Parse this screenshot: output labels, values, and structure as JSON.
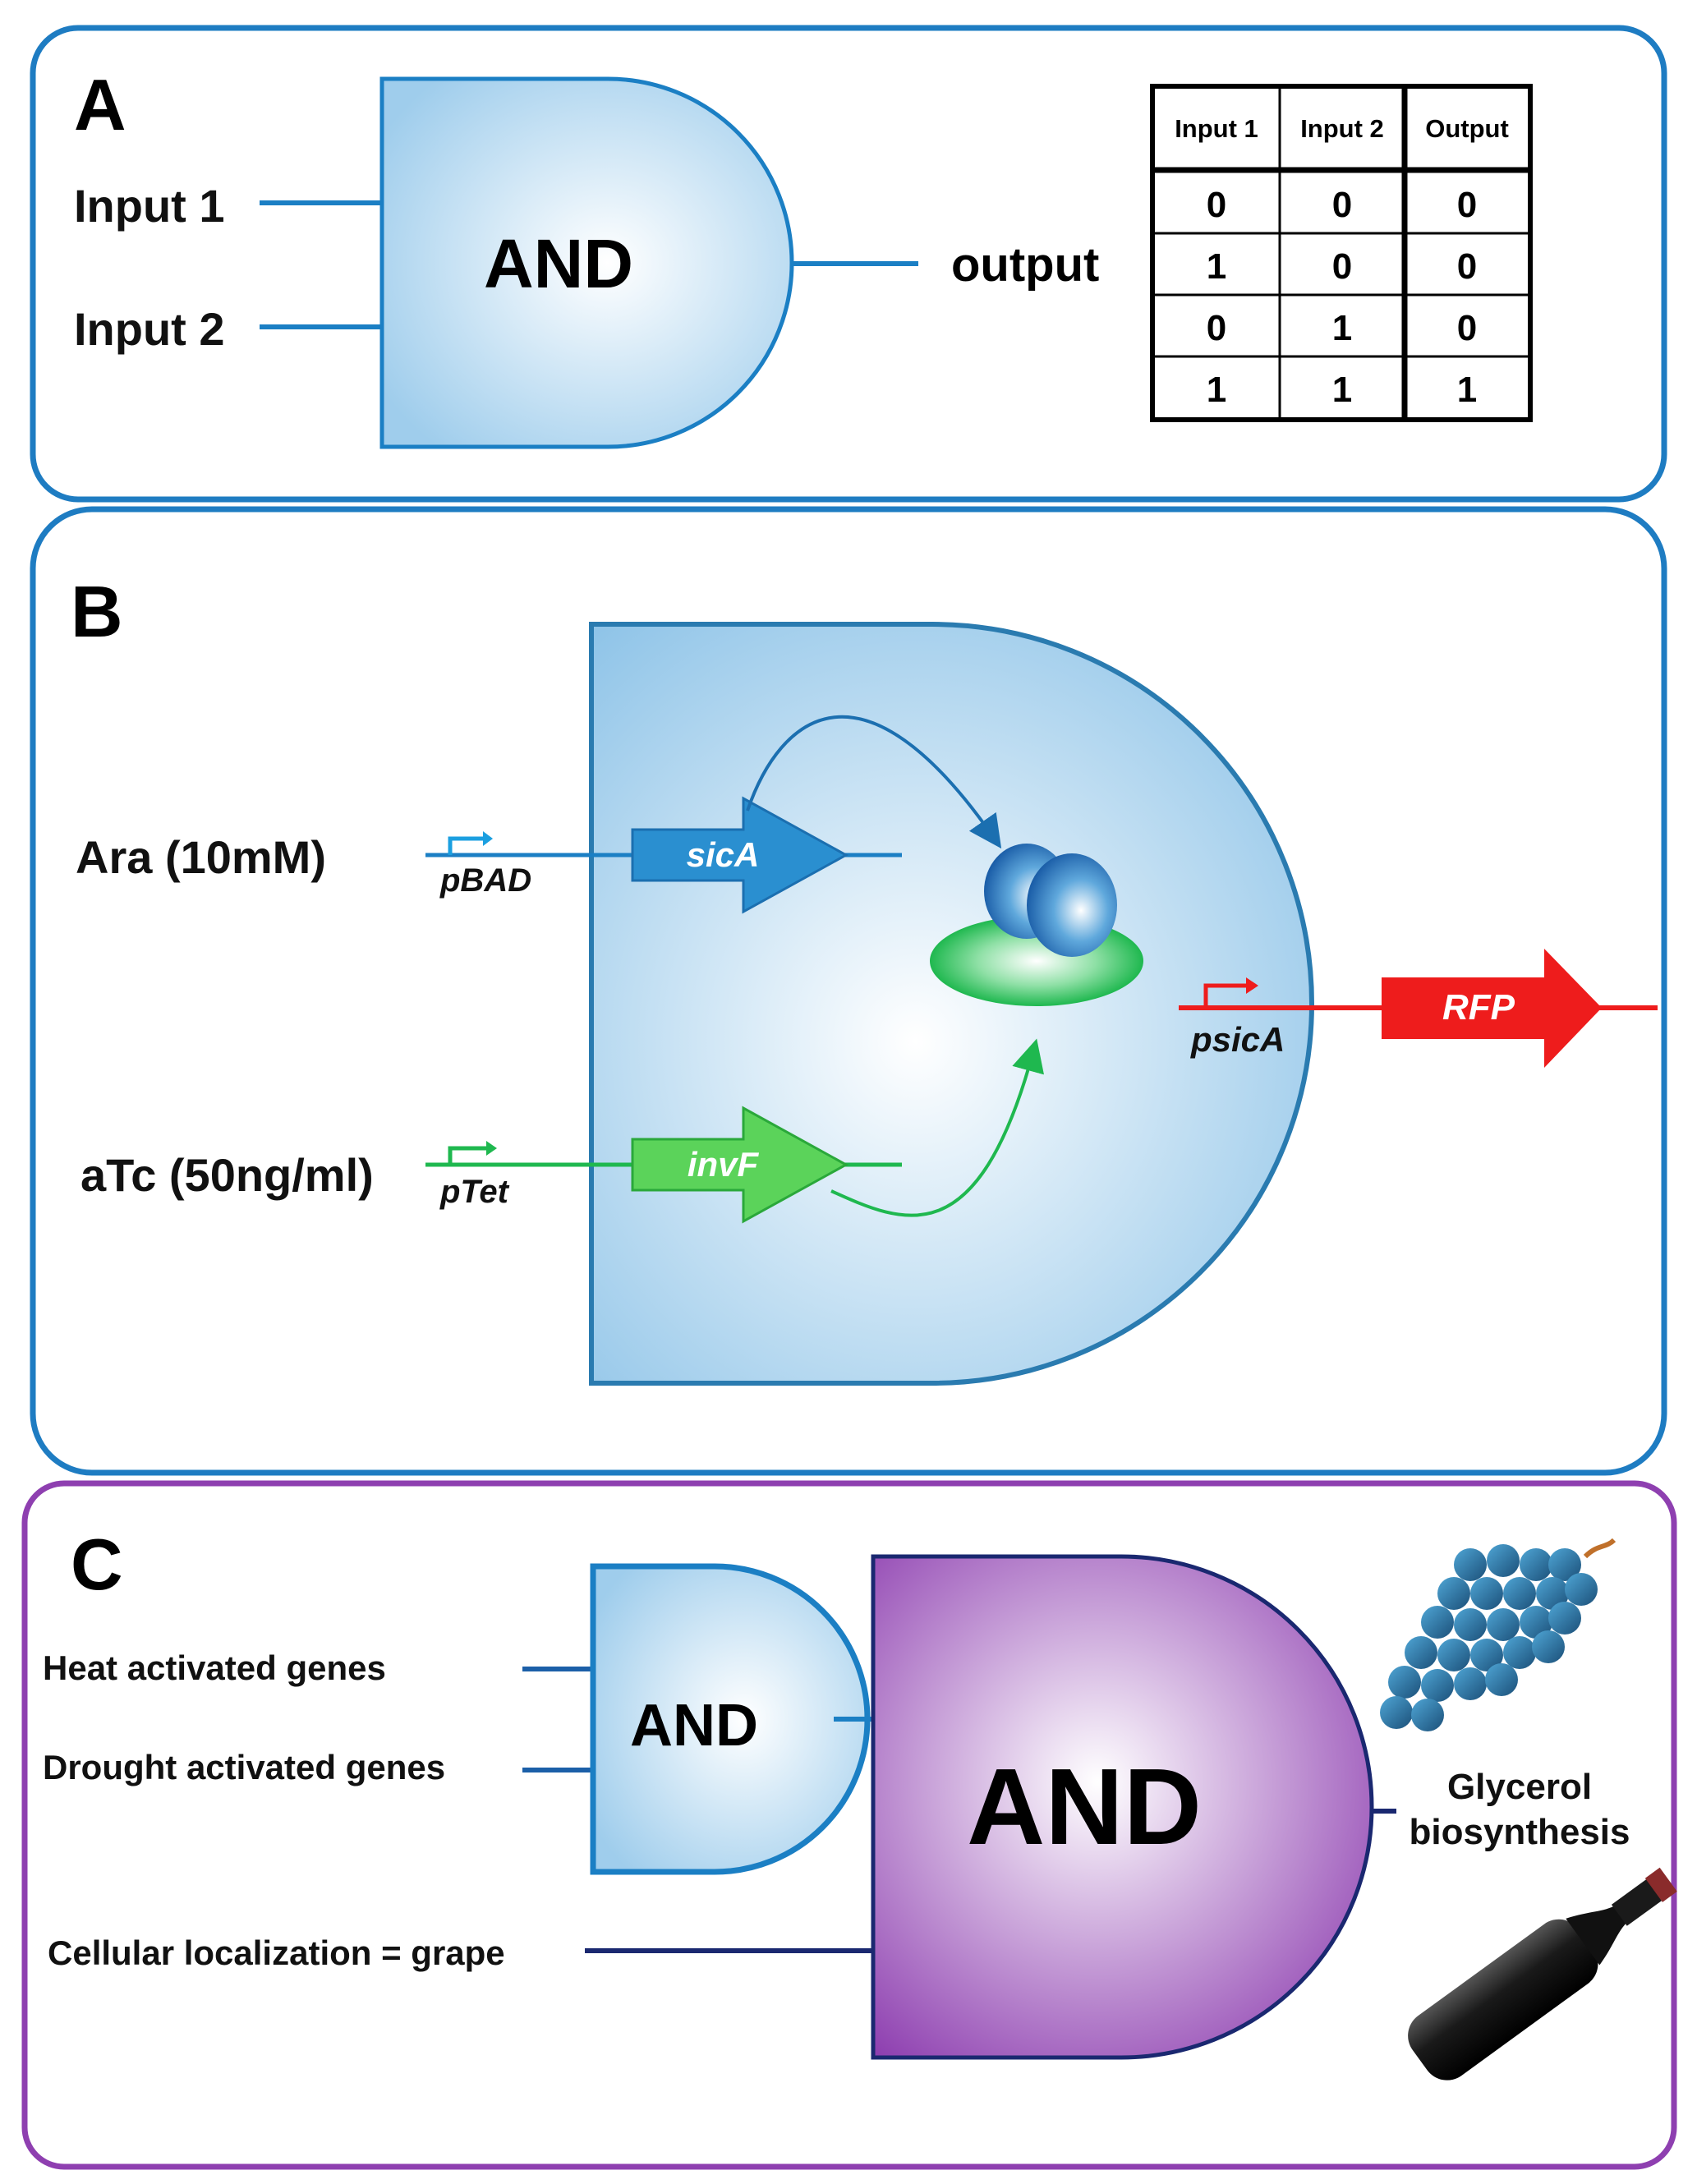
{
  "panelA": {
    "letter": "A",
    "input1": "Input 1",
    "input2": "Input 2",
    "gate": "AND",
    "output": "output",
    "table": {
      "headers": [
        "Input 1",
        "Input 2",
        "Output"
      ],
      "rows": [
        [
          "0",
          "0",
          "0"
        ],
        [
          "1",
          "0",
          "0"
        ],
        [
          "0",
          "1",
          "0"
        ],
        [
          "1",
          "1",
          "1"
        ]
      ]
    }
  },
  "panelB": {
    "letter": "B",
    "ara": "Ara (10mM)",
    "atc": "aTc (50ng/ml)",
    "pbad": "pBAD",
    "ptet": "pTet",
    "sica": "sicA",
    "invf": "invF",
    "psica": "psicA",
    "rfp": "RFP"
  },
  "panelC": {
    "letter": "C",
    "heat": "Heat activated genes",
    "drought": "Drought activated genes",
    "cellular": "Cellular localization = grape",
    "small_gate": "AND",
    "big_gate": "AND",
    "glycerol_line1": "Glycerol",
    "glycerol_line2": "biosynthesis"
  },
  "colors": {
    "panel_blue": "#1e7cc2",
    "panel_purple": "#8e3fb0",
    "wire_blue": "#1b7fc4",
    "sica_blue": "#2a8fd0",
    "invf_green": "#3cc94a",
    "rfp_red": "#ee1c1c",
    "navy": "#1a2870"
  }
}
